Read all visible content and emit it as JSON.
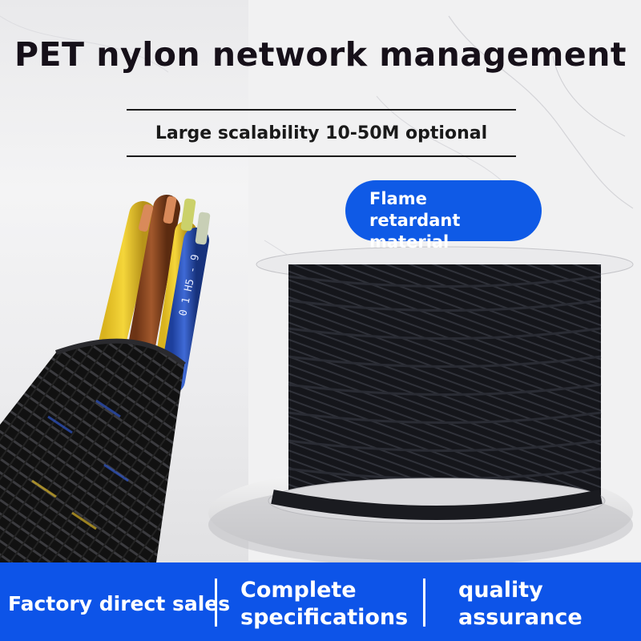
{
  "title": "PET nylon network management",
  "subtitle": "Large scalability 10-50M optional",
  "badge": {
    "line1": "Flame retardant",
    "line2": "material"
  },
  "footer": {
    "item1": "Factory direct sales",
    "item2": {
      "line1": "Complete",
      "line2": "specifications"
    },
    "item3": {
      "line1": "quality",
      "line2": "assurance"
    }
  },
  "colors": {
    "accent": "#0d54e8",
    "title": "#161019"
  }
}
